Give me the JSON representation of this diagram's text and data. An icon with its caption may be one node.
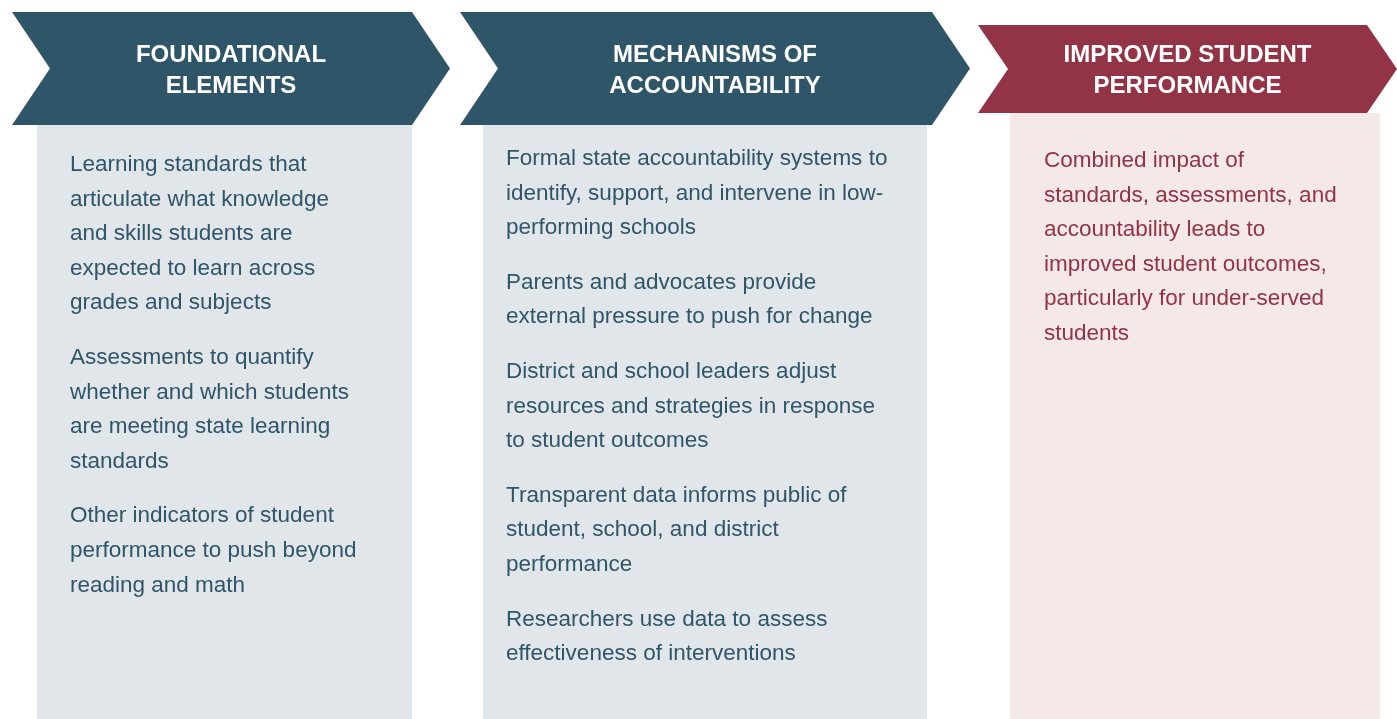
{
  "diagram": {
    "nodes": [
      {
        "text": [
          "FOUNDATIONAL ELEMENTS"
        ]
      },
      {
        "text": [
          "Learning standards that articulate what knowledge and skills students are expected to learn across grades and subjects",
          "Assessments to quantify whether and which students are meeting state learning standards",
          "Other indicators of student performance to push beyond reading and math"
        ]
      },
      {
        "text": [
          "MECHANISMS OF ACCOUNTABILITY"
        ]
      },
      {
        "text": [
          "Formal state accountability systems to identify, support, and intervene in low-performing schools",
          "Parents and advocates provide external pressure to push for change",
          "District and school leaders adjust resources and strategies in response to student outcomes",
          "Transparent data informs public of student, school, and district performance",
          "Researchers use data to assess effectiveness of interventions"
        ]
      },
      {
        "text": [
          "IMPROVED STUDENT PERFORMANCE"
        ]
      },
      {
        "text": [
          "Combined impact of standards, assessments, and accountability leads to improved student outcomes, particularly for under-served students"
        ]
      }
    ]
  }
}
